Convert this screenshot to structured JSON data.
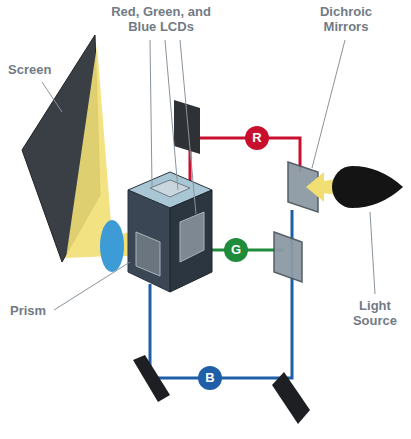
{
  "diagram": {
    "nodes": [
      {
        "text": [
          "R"
        ]
      },
      {
        "text": [
          "G"
        ]
      },
      {
        "text": [
          "B"
        ]
      }
    ],
    "labels": [
      "Red, Green, and Blue LCDs",
      "Dichroic Mirrors",
      "Screen",
      "Prism",
      "Light Source"
    ]
  }
}
